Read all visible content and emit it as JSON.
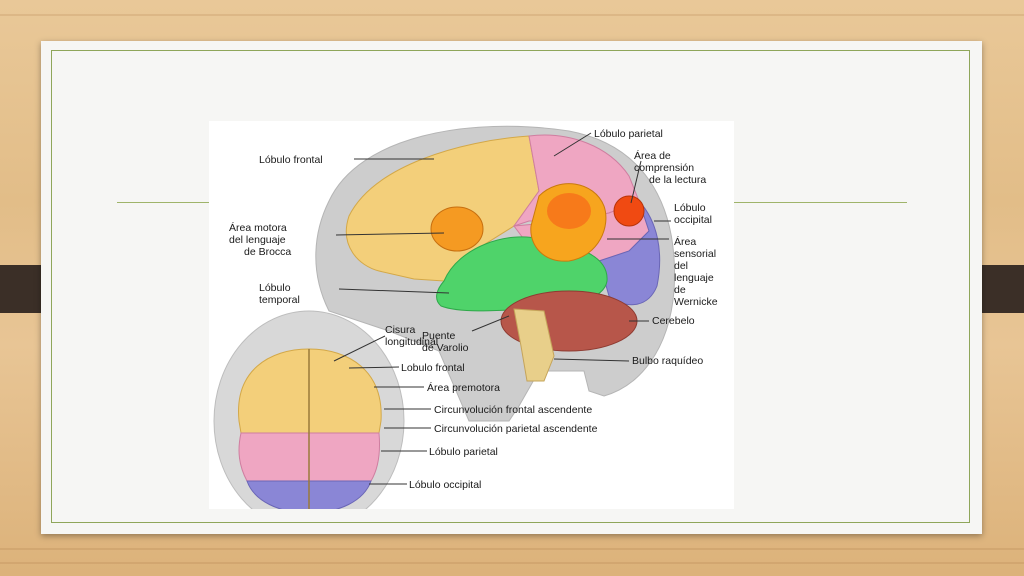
{
  "figure": {
    "lateral_labels": {
      "frontal": "Lóbulo frontal",
      "parietal": "Lóbulo parietal",
      "lectura_1": "Área de",
      "lectura_2": "comprensión",
      "lectura_3": "de la lectura",
      "occipital_1": "Lóbulo",
      "occipital_2": "occipital",
      "broca_1": "Área motora",
      "broca_2": "del lenguaje",
      "broca_3": "de Brocca",
      "wernicke_1": "Área",
      "wernicke_2": "sensorial",
      "wernicke_3": "del",
      "wernicke_4": "lenguaje",
      "wernicke_5": "de",
      "wernicke_6": "Wernicke",
      "temporal_1": "Lóbulo",
      "temporal_2": "temporal",
      "cerebelo": "Cerebelo",
      "puente_1": "Puente",
      "puente_2": "de Varolio",
      "bulbo": "Bulbo raquídeo"
    },
    "top_labels": {
      "cisura_1": "Cisura",
      "cisura_2": "longitudinal",
      "frontal": "Lobulo frontal",
      "premotora": "Área premotora",
      "circ_frontal": "Circunvolución frontal ascendente",
      "circ_parietal": "Circunvolución parietal ascendente",
      "parietal": "Lóbulo parietal",
      "occipital": "Lóbulo occipital"
    },
    "colors": {
      "frontal": "#f3cf7a",
      "parietal": "#efa6c2",
      "occipital": "#8a86d6",
      "temporal": "#4fd36a",
      "broca": "#f59a22",
      "wernicke": "#f7a51e",
      "cerebelo": "#b7564a",
      "head": "#cfcfcf"
    }
  }
}
